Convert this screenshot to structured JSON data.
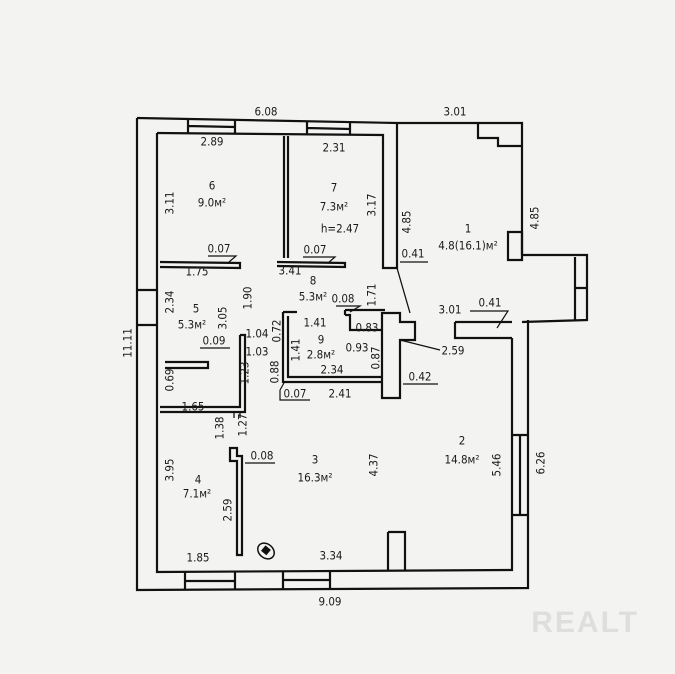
{
  "plan": {
    "height_note": "h=2.47",
    "rooms": [
      {
        "number": "1",
        "area": "4.8(16.1)м²"
      },
      {
        "number": "2",
        "area": "14.8м²"
      },
      {
        "number": "3",
        "area": "16.3м²"
      },
      {
        "number": "4",
        "area": "7.1м²"
      },
      {
        "number": "5",
        "area": "5.3м²"
      },
      {
        "number": "6",
        "area": "9.0м²"
      },
      {
        "number": "7",
        "area": "7.3м²"
      },
      {
        "number": "8",
        "area": "5.3м²"
      },
      {
        "number": "9",
        "area": "2.8м²"
      }
    ],
    "dimensions": [
      "6.08",
      "3.01",
      "2.89",
      "2.31",
      "3.11",
      "3.17",
      "4.85",
      "0.07",
      "0.07",
      "1.75",
      "3.41",
      "0.41",
      "4.85",
      "2.34",
      "3.05",
      "1.90",
      "1.71",
      "0.08",
      "0.83",
      "3.01",
      "0.41",
      "1.04",
      "0.72",
      "1.41",
      "0.09",
      "1.03",
      "1.41",
      "0.93",
      "0.87",
      "2.59",
      "11.11",
      "0.69",
      "1.23",
      "0.88",
      "2.34",
      "0.42",
      "1.65",
      "0.07",
      "2.41",
      "1.38",
      "1.27",
      "0.08",
      "3.95",
      "4.37",
      "5.46",
      "6.26",
      "2.59",
      "1.85",
      "3.34",
      "9.09"
    ]
  },
  "watermark": "REALT"
}
